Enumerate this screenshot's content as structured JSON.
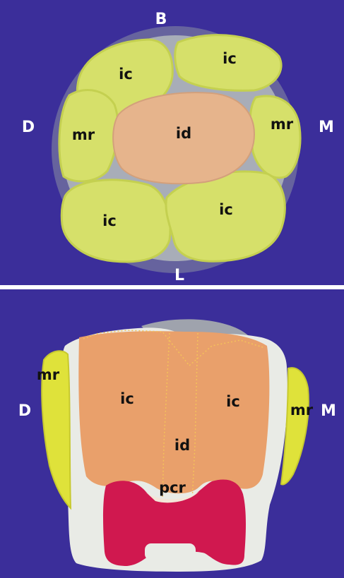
{
  "top_panel": {
    "directions": {
      "top": "B",
      "bottom": "L",
      "left": "D",
      "right": "M"
    },
    "labels": {
      "ic_top_left": "ic",
      "ic_top_right": "ic",
      "mr_left": "mr",
      "id_center": "id",
      "mr_right": "mr",
      "ic_bottom_left": "ic",
      "ic_bottom_right": "ic"
    }
  },
  "bottom_panel": {
    "directions": {
      "left": "D",
      "right": "M"
    },
    "labels": {
      "mr_left": "mr",
      "ic_left": "ic",
      "ic_right": "ic",
      "id_center": "id",
      "mr_right": "mr",
      "pcr": "pcr"
    }
  },
  "colors": {
    "background": "#3b2e9a",
    "cusp_yellow": "#d6e06a",
    "dentin_orange": "#e9a06b",
    "pulp_red": "#d0184f",
    "enamel_white": "#e9ebe6"
  }
}
